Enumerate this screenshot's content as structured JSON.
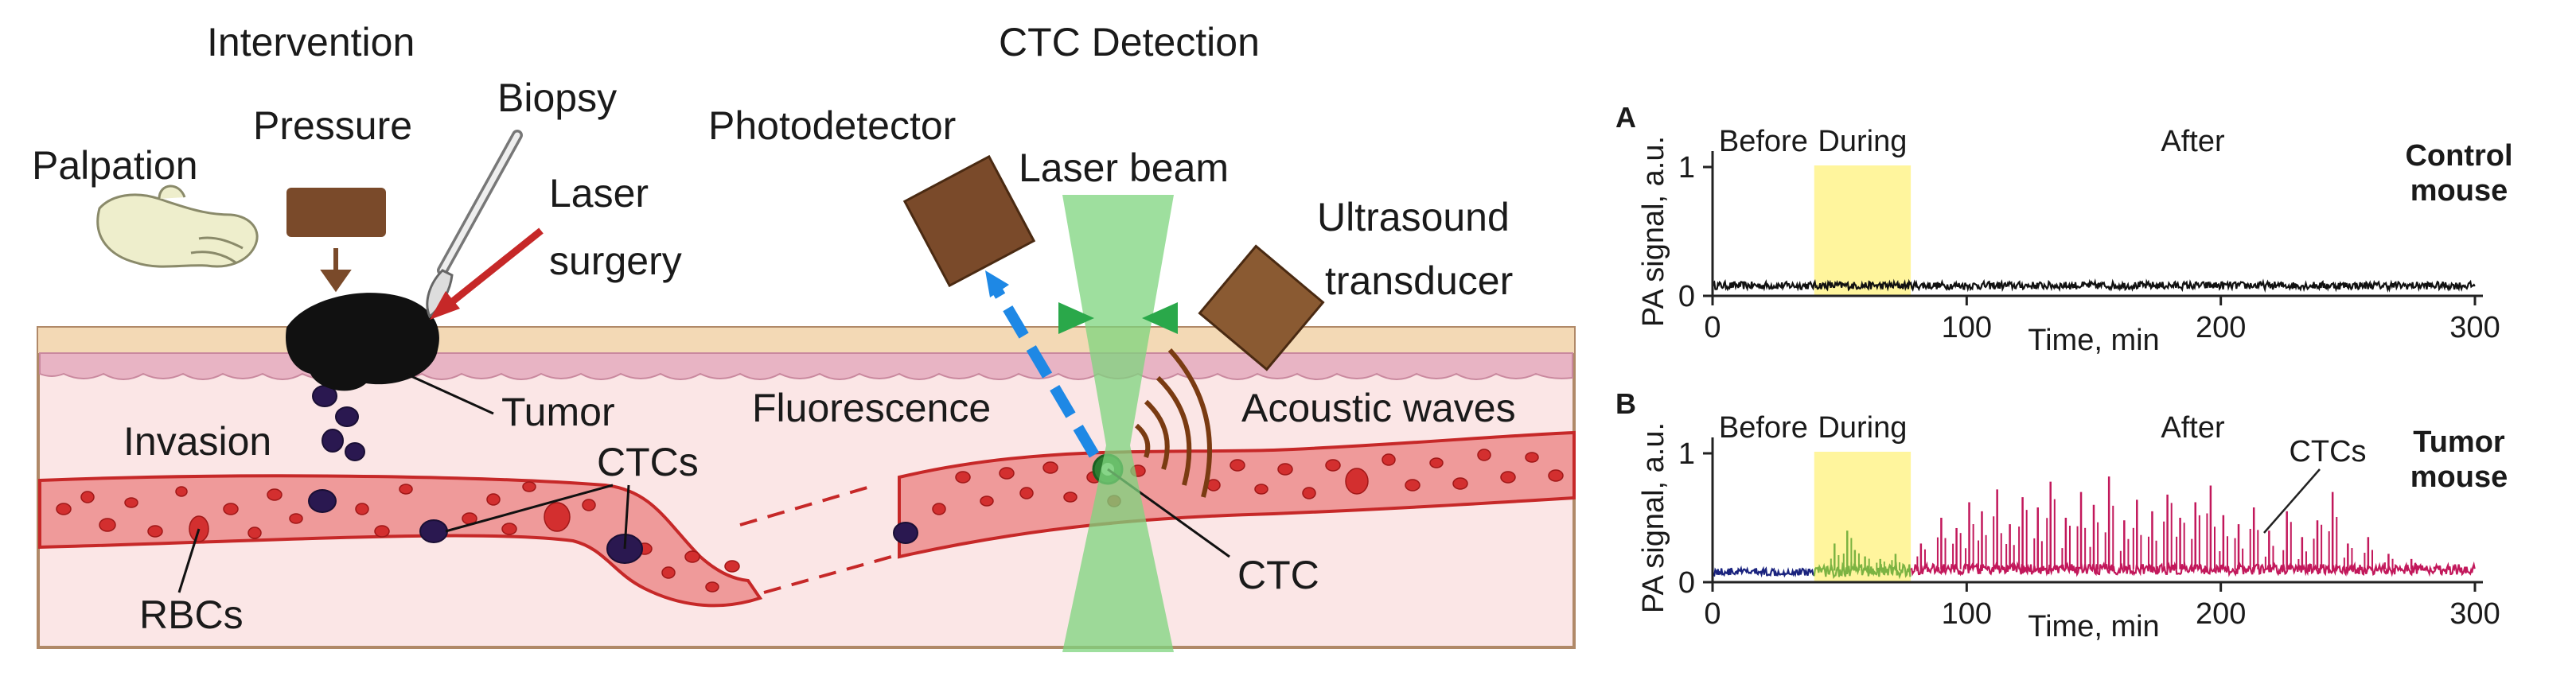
{
  "diagram": {
    "titles": {
      "intervention": "Intervention",
      "ctc_detection": "CTC Detection"
    },
    "labels": {
      "palpation": "Palpation",
      "pressure": "Pressure",
      "biopsy": "Biopsy",
      "laser_line1": "Laser",
      "laser_line2": "surgery",
      "tumor": "Tumor",
      "invasion": "Invasion",
      "ctcs": "CTCs",
      "rbcs": "RBCs",
      "photodetector": "Photodetector",
      "laser_beam": "Laser beam",
      "ultrasound_line1": "Ultrasound",
      "ultrasound_line2": "transducer",
      "fluorescence": "Fluorescence",
      "acoustic_waves": "Acoustic waves",
      "ctc": "CTC"
    },
    "colors": {
      "skin_top": "#f3d9b5",
      "tissue": "#fbe6e6",
      "dermis": "#e8b4c4",
      "vessel": "#ef9a9a",
      "vessel_edge": "#c62828",
      "rbc": "#c62828",
      "ctc": "#2a1850",
      "tumor": "#111111",
      "pad": "#7a4a2a",
      "laser_green": "#7ed47e",
      "blue_arrow": "#1e88e5",
      "red_arrow": "#c62828"
    }
  },
  "chart_data": [
    {
      "type": "line",
      "panel": "A",
      "ylabel": "PA signal, a.u.",
      "xlabel": "Time, min",
      "xlim": [
        0,
        300
      ],
      "ylim": [
        0,
        1
      ],
      "xticks": [
        "0",
        "100",
        "200",
        "300"
      ],
      "yticks": [
        "0",
        "1"
      ],
      "phases": [
        "Before",
        "During",
        "After"
      ],
      "phase_bounds": [
        40,
        78
      ],
      "annotation": "",
      "title_line1": "Control",
      "title_line2": "mouse",
      "series": [
        {
          "color": "#111111",
          "baseline": 0.08,
          "noise": 0.03
        }
      ]
    },
    {
      "type": "line",
      "panel": "B",
      "ylabel": "PA signal, a.u.",
      "xlabel": "Time, min",
      "xlim": [
        0,
        300
      ],
      "ylim": [
        0,
        1
      ],
      "xticks": [
        "0",
        "100",
        "200",
        "300"
      ],
      "yticks": [
        "0",
        "1"
      ],
      "phases": [
        "Before",
        "During",
        "After"
      ],
      "phase_bounds": [
        40,
        78
      ],
      "annotation": "CTCs",
      "title_line1": "Tumor",
      "title_line2": "mouse",
      "series": [
        {
          "segment": "before",
          "color": "#1a237e",
          "baseline": 0.08,
          "noise": 0.03
        },
        {
          "segment": "during",
          "color": "#7cb342",
          "baseline": 0.09,
          "noise": 0.05,
          "peaks": [
            [
              48,
              0.3
            ],
            [
              53,
              0.4
            ],
            [
              56,
              0.25
            ],
            [
              60,
              0.2
            ],
            [
              66,
              0.18
            ],
            [
              72,
              0.22
            ]
          ]
        },
        {
          "segment": "after",
          "color": "#c2185b",
          "baseline": 0.1,
          "noise": 0.04,
          "peaks": [
            [
              82,
              0.3
            ],
            [
              90,
              0.5
            ],
            [
              96,
              0.42
            ],
            [
              101,
              0.62
            ],
            [
              106,
              0.55
            ],
            [
              112,
              0.72
            ],
            [
              117,
              0.45
            ],
            [
              122,
              0.66
            ],
            [
              128,
              0.58
            ],
            [
              133,
              0.78
            ],
            [
              139,
              0.5
            ],
            [
              145,
              0.7
            ],
            [
              150,
              0.6
            ],
            [
              156,
              0.82
            ],
            [
              162,
              0.48
            ],
            [
              167,
              0.64
            ],
            [
              173,
              0.55
            ],
            [
              179,
              0.68
            ],
            [
              184,
              0.5
            ],
            [
              190,
              0.62
            ],
            [
              196,
              0.75
            ],
            [
              201,
              0.52
            ],
            [
              207,
              0.45
            ],
            [
              213,
              0.58
            ],
            [
              219,
              0.4
            ],
            [
              226,
              0.55
            ],
            [
              232,
              0.35
            ],
            [
              238,
              0.48
            ],
            [
              244,
              0.7
            ],
            [
              250,
              0.3
            ],
            [
              258,
              0.35
            ],
            [
              266,
              0.22
            ],
            [
              275,
              0.18
            ],
            [
              284,
              0.12
            ]
          ]
        }
      ]
    }
  ]
}
